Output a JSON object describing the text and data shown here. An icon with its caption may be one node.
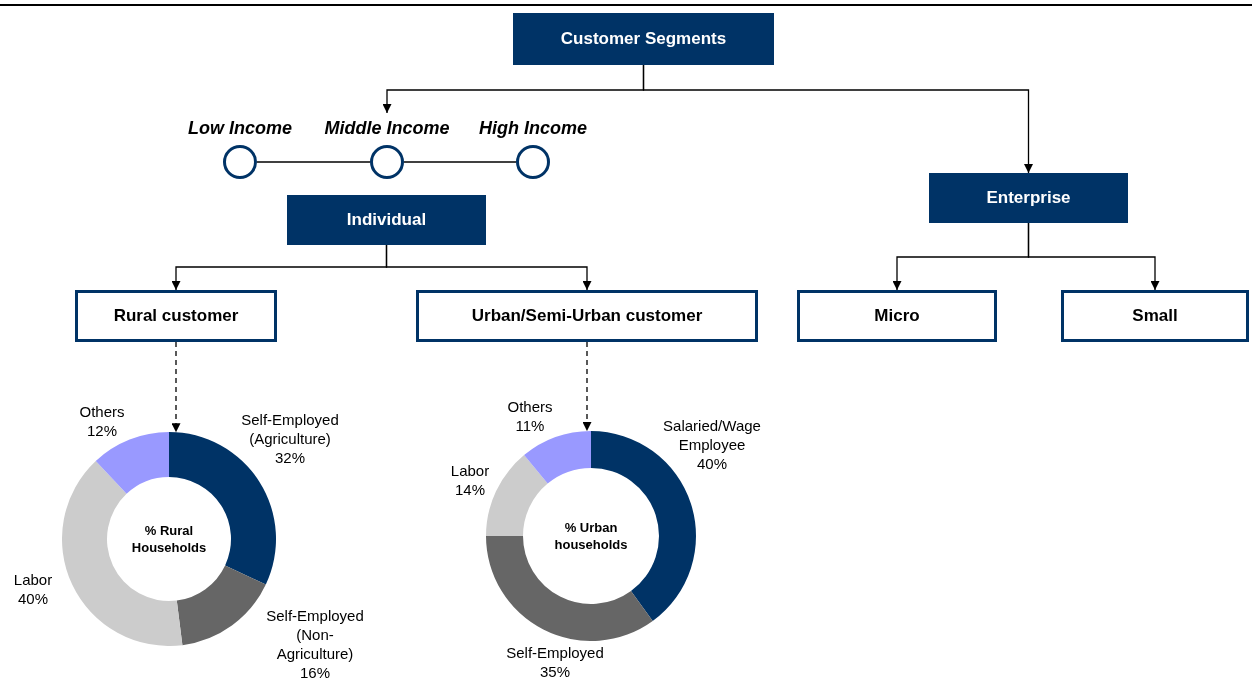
{
  "diagram": {
    "nodes": [
      {
        "text": [
          "Customer Segments"
        ]
      },
      {
        "text": [],
        "shape": "circle",
        "beside": [
          "Low Income"
        ]
      },
      {
        "text": [],
        "shape": "circle",
        "beside": [
          "Middle Income"
        ]
      },
      {
        "text": [],
        "shape": "circle",
        "beside": [
          "High Income"
        ]
      },
      {
        "text": [
          "Individual"
        ]
      },
      {
        "text": [
          "Enterprise"
        ]
      },
      {
        "text": [
          "Rural customer"
        ]
      },
      {
        "text": [
          "Urban/Semi-Urban customer"
        ]
      },
      {
        "text": [
          "Micro"
        ]
      },
      {
        "text": [
          "Small"
        ]
      },
      {
        "text": [
          "% Rural Households"
        ]
      },
      {
        "text": [
          "% Urban households"
        ]
      }
    ],
    "edges": [
      {
        "from": 0,
        "to": 2,
        "arrow": "to"
      },
      {
        "from": 0,
        "to": 5,
        "arrow": "to"
      },
      {
        "from": 1,
        "to": 2,
        "arrow": "none"
      },
      {
        "from": 2,
        "to": 3,
        "arrow": "none"
      },
      {
        "from": 4,
        "to": 6,
        "arrow": "to"
      },
      {
        "from": 4,
        "to": 7,
        "arrow": "to"
      },
      {
        "from": 5,
        "to": 8,
        "arrow": "to"
      },
      {
        "from": 5,
        "to": 9,
        "arrow": "to"
      },
      {
        "from": 6,
        "to": 10,
        "arrow": "to",
        "style": "dashed"
      },
      {
        "from": 7,
        "to": 11,
        "arrow": "to",
        "style": "dashed"
      }
    ],
    "chart_data": [
      {
        "type": "donut",
        "categories": [
          "Self-Employed (Agriculture)",
          "Self-Employed (Non-Agriculture)",
          "Labor",
          "Others"
        ],
        "series": [
          {
            "values": [
              32,
              16,
              40,
              12
            ],
            "colors": [
              "#003366",
              "#666666",
              "#cccccc",
              "#9999ff"
            ]
          }
        ],
        "value_labels": [
          "32%",
          "16%",
          "40%",
          "12%"
        ]
      },
      {
        "type": "donut",
        "categories": [
          "Salaried/Wage Employee",
          "Self-Employed",
          "Labor",
          "Others"
        ],
        "series": [
          {
            "values": [
              40,
              35,
              14,
              11
            ],
            "colors": [
              "#003366",
              "#666666",
              "#cccccc",
              "#9999ff"
            ]
          }
        ],
        "value_labels": [
          "40%",
          "35%",
          "14%",
          "11%"
        ]
      }
    ]
  }
}
